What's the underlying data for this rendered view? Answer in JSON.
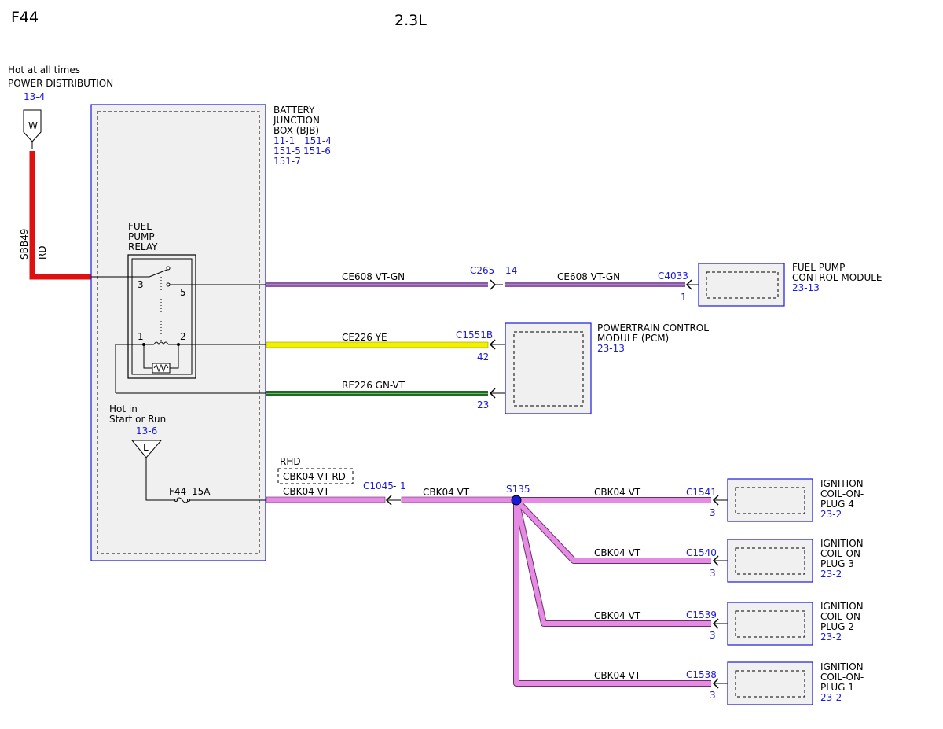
{
  "header": {
    "code": "F44",
    "engine": "2.3L"
  },
  "power": {
    "line1": "Hot at all times",
    "line2": "POWER DISTRIBUTION",
    "ref": "13-4",
    "terminal": "W",
    "wire_id": "SBB49",
    "wire_color": "RD"
  },
  "bjb": {
    "name_lines": [
      "BATTERY",
      "JUNCTION",
      "BOX (BJB)"
    ],
    "refs_row1": [
      "11-1",
      "151-4"
    ],
    "refs_row2": [
      "151-5",
      "151-6"
    ],
    "refs_row3": [
      "151-7"
    ]
  },
  "relay": {
    "name_lines": [
      "FUEL",
      "PUMP",
      "RELAY"
    ],
    "pins": [
      "3",
      "5",
      "1",
      "2"
    ]
  },
  "ignition_source": {
    "line1": "Hot in",
    "line2": "Start or Run",
    "ref": "13-6",
    "terminal": "L",
    "fuse": "F44",
    "fuse_rating": "15A"
  },
  "wires": {
    "ce608_left": "CE608  VT-GN",
    "ce608_right": "CE608  VT-GN",
    "ce226": "CE226  YE",
    "re226": "RE226  GN-VT",
    "rhd_label": "RHD",
    "rhd_wire": "CBK04  VT-RD",
    "cbk_a": "CBK04  VT",
    "cbk_b": "CBK04  VT",
    "cbk_c1": "CBK04  VT",
    "cbk_c2": "CBK04  VT",
    "cbk_c3": "CBK04  VT",
    "cbk_c4": "CBK04  VT"
  },
  "connectors": {
    "c265": "C265",
    "c265_pin": "14",
    "c4033": "C4033",
    "c4033_pin": "1",
    "c1551b": "C1551B",
    "c1551b_pin42": "42",
    "c1551b_pin23": "23",
    "c1045": "C1045",
    "c1045_pin": "1",
    "splice": "S135",
    "c1541": "C1541",
    "c1541_pin": "3",
    "c1540": "C1540",
    "c1540_pin": "3",
    "c1539": "C1539",
    "c1539_pin": "3",
    "c1538": "C1538",
    "c1538_pin": "3"
  },
  "modules": {
    "fpcm_lines": [
      "FUEL PUMP",
      "CONTROL MODULE"
    ],
    "fpcm_ref": "23-13",
    "pcm_lines": [
      "POWERTRAIN CONTROL",
      "MODULE (PCM)"
    ],
    "pcm_ref": "23-13",
    "coil4_lines": [
      "IGNITION",
      "COIL-ON-",
      "PLUG 4"
    ],
    "coil4_ref": "23-2",
    "coil3_lines": [
      "IGNITION",
      "COIL-ON-",
      "PLUG 3"
    ],
    "coil3_ref": "23-2",
    "coil2_lines": [
      "IGNITION",
      "COIL-ON-",
      "PLUG 2"
    ],
    "coil2_ref": "23-2",
    "coil1_lines": [
      "IGNITION",
      "COIL-ON-",
      "PLUG 1"
    ],
    "coil1_ref": "23-2"
  },
  "colors": {
    "red_wire": "#e01010",
    "violet_wire": "#e68be3",
    "yellow_wire": "#f2f000",
    "green_wire": "#1f6b1f",
    "vt_gn_wire": "#8a5aa8",
    "connector_blue": "#1a1adb",
    "module_fill": "#f0f0f0"
  }
}
